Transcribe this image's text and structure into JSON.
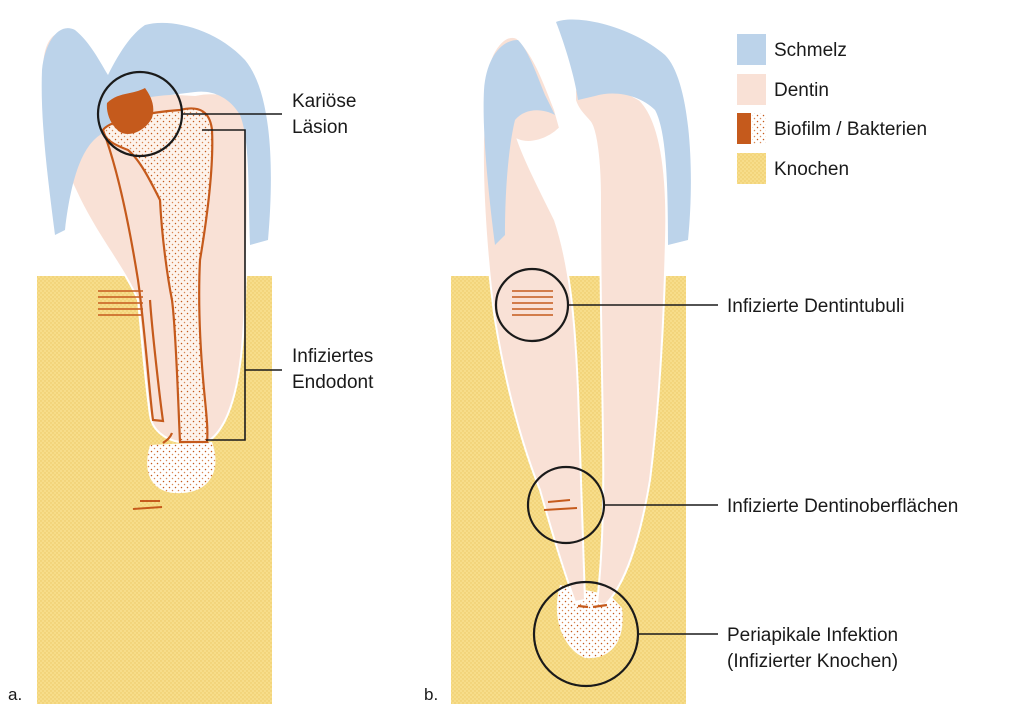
{
  "colors": {
    "enamel": "#bcd3ea",
    "dentin": "#f9e1d6",
    "biofilm": "#c55a1c",
    "bone": "#f7dd8a",
    "outline": "#1a1a1a"
  },
  "legend": [
    {
      "label": "Schmelz",
      "swatch": "enamel"
    },
    {
      "label": "Dentin",
      "swatch": "dentin"
    },
    {
      "label": "Biofilm / Bakterien",
      "swatch": "biofilm"
    },
    {
      "label": "Knochen",
      "swatch": "bone"
    }
  ],
  "panel_a": {
    "tag": "a.",
    "caries_label": [
      "Kariöse",
      "Läsion"
    ],
    "endo_label": [
      "Infiziertes",
      "Endodont"
    ]
  },
  "panel_b": {
    "tag": "b.",
    "tubuli_label": "Infizierte Dentintubuli",
    "surface_label": "Infizierte Dentinoberflächen",
    "periapical_label": [
      "Periapikale Infektion",
      "(Infizierter Knochen)"
    ]
  }
}
